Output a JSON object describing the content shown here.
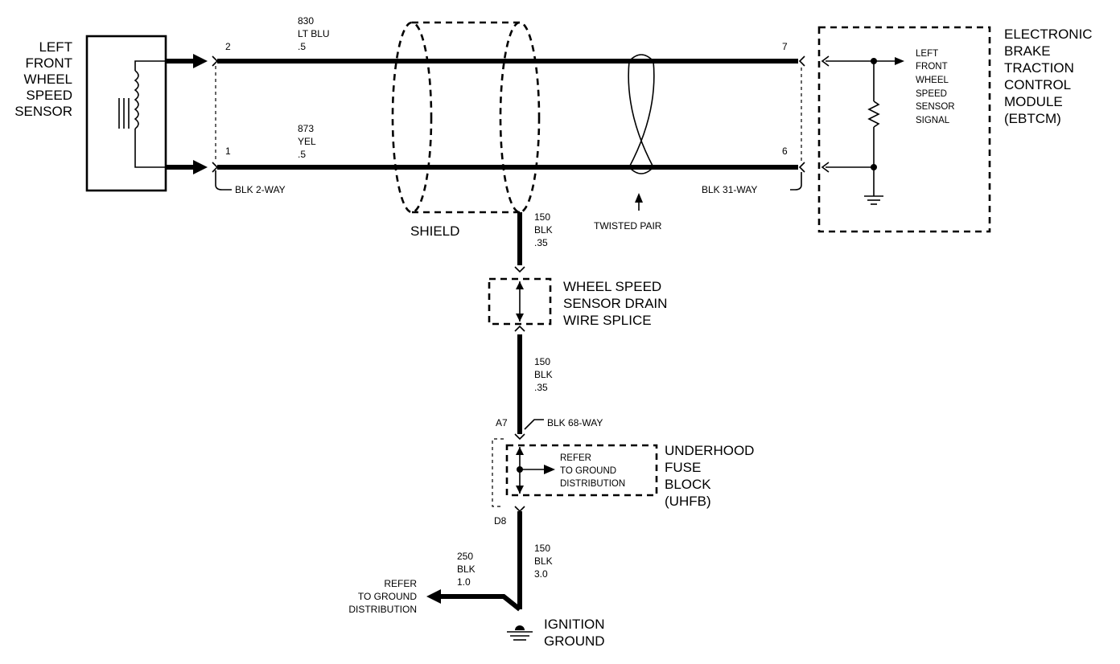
{
  "sensor": {
    "line1": "LEFT",
    "line2": "FRONT",
    "line3": "WHEEL",
    "line4": "SPEED",
    "line5": "SENSOR"
  },
  "module": {
    "line1": "ELECTRONIC",
    "line2": "BRAKE",
    "line3": "TRACTION",
    "line4": "CONTROL",
    "line5": "MODULE",
    "line6": "(EBTCM)"
  },
  "module_signal": {
    "line1": "LEFT",
    "line2": "FRONT",
    "line3": "WHEEL",
    "line4": "SPEED",
    "line5": "SENSOR",
    "line6": "SIGNAL"
  },
  "wire_top": {
    "circuit": "830",
    "color": "LT BLU",
    "gauge": ".5",
    "pin_left": "2",
    "pin_right": "7"
  },
  "wire_bottom": {
    "circuit": "873",
    "color": "YEL",
    "gauge": ".5",
    "pin_left": "1",
    "pin_right": "6"
  },
  "connectors": {
    "sensor_conn": "BLK 2-WAY",
    "module_conn": "BLK 31-WAY",
    "fuse_conn": "BLK 68-WAY",
    "pin_a7": "A7",
    "pin_d8": "D8"
  },
  "shield": "SHIELD",
  "twisted_pair": "TWISTED PAIR",
  "drain1": {
    "circuit": "150",
    "color": "BLK",
    "gauge": ".35"
  },
  "drain2": {
    "circuit": "150",
    "color": "BLK",
    "gauge": ".35"
  },
  "splice": {
    "line1": "WHEEL SPEED",
    "line2": "SENSOR DRAIN",
    "line3": "WIRE SPLICE"
  },
  "fuse_block": {
    "line1": "UNDERHOOD",
    "line2": "FUSE",
    "line3": "BLOCK",
    "line4": "(UHFB)"
  },
  "fuse_refer": {
    "line1": "REFER",
    "line2": "TO GROUND",
    "line3": "DISTRIBUTION"
  },
  "ground_wire": {
    "circuit": "150",
    "color": "BLK",
    "gauge": "3.0"
  },
  "branch_wire": {
    "circuit": "250",
    "color": "BLK",
    "gauge": "1.0"
  },
  "branch_refer": {
    "line1": "REFER",
    "line2": "TO GROUND",
    "line3": "DISTRIBUTION"
  },
  "ignition": {
    "line1": "IGNITION",
    "line2": "GROUND"
  }
}
